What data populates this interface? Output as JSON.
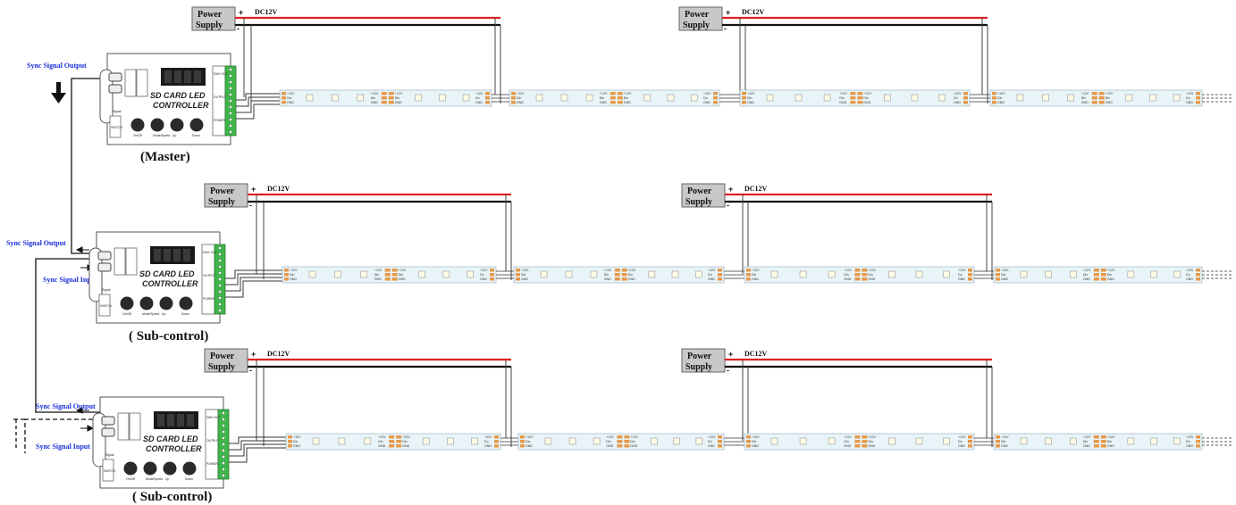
{
  "power_supply": {
    "label_line1": "Power",
    "label_line2": "Supply",
    "plus": "+",
    "minus": "-",
    "voltage": "DC12V"
  },
  "controller": {
    "title_line1": "SD CARD LED",
    "title_line2": "CONTROLLER",
    "buttons": [
      "On/Off",
      "Mode/Speed",
      "Up",
      "Down"
    ],
    "port_labels": [
      "Signal",
      "SWITCH"
    ],
    "terminal_labels": [
      "DMX OUT",
      "OUTPUT",
      "POWER"
    ]
  },
  "strip": {
    "pad_labels": [
      "+12V",
      "Din",
      "GND"
    ],
    "end_labels": [
      "+12V",
      "Do",
      "GND"
    ]
  },
  "rows": [
    {
      "role": "(Master)",
      "sync_output": "Sync Signal Output"
    },
    {
      "role": "( Sub-control)",
      "sync_output": "Sync Signal Output",
      "sync_input": "Sync Signal Input"
    },
    {
      "role": "( Sub-control)",
      "sync_output": "Sync Signal Output",
      "sync_input": "Sync Signal Input"
    }
  ],
  "colors": {
    "positive_wire": "#e02020",
    "negative_wire": "#111111",
    "strip_fill": "#e8f4f8",
    "pad": "#e69a4a",
    "terminal": "#3fb54a",
    "sync_text": "#1a2fd6",
    "psu_box": "#c8c8c8"
  }
}
